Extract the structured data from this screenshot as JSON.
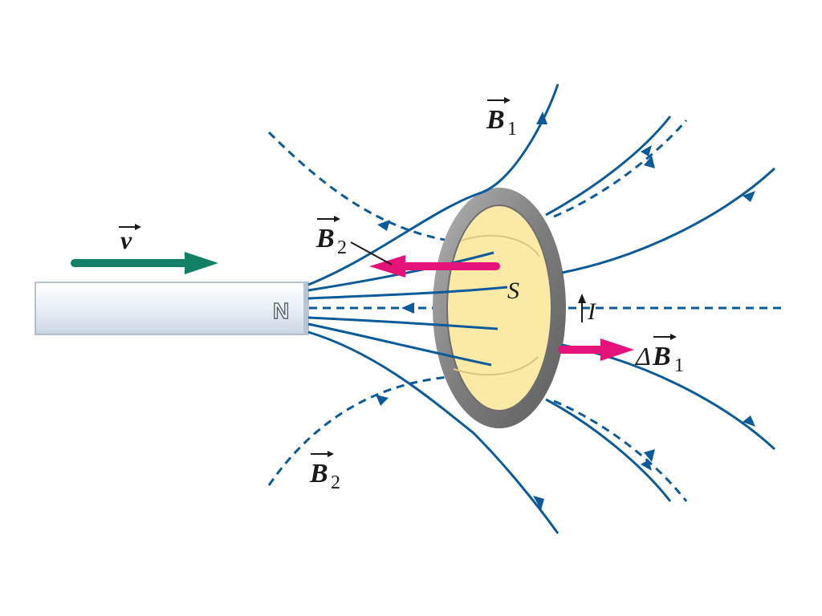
{
  "labels": {
    "v": "v",
    "b1_top": {
      "main": "B",
      "sub": "1"
    },
    "b2_left": {
      "main": "B",
      "sub": "2"
    },
    "b2_bottom": {
      "main": "B",
      "sub": "2"
    },
    "delta_b1": {
      "prefix": "Δ",
      "main": "B",
      "sub": "1"
    },
    "surface": "S",
    "current": "I",
    "pole": "N"
  },
  "colors": {
    "field_line": "#0b5a9a",
    "velocity_arrow": "#118065",
    "field_change_arrow": "#e5127a",
    "loop_fill": "#fbe9a6",
    "ring": "#8c8c8c",
    "magnet": "#e6eef5"
  }
}
